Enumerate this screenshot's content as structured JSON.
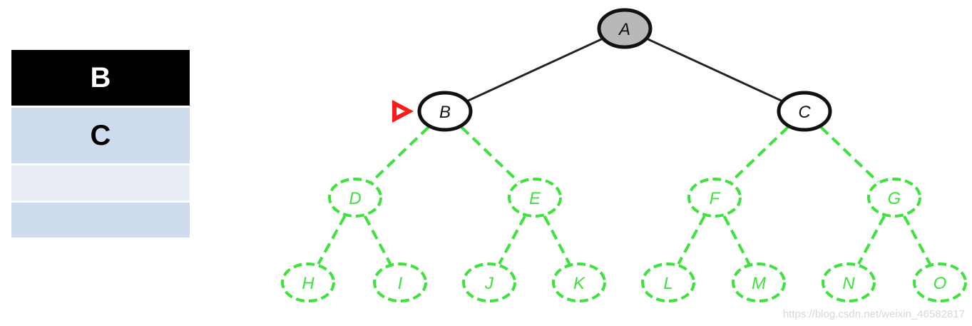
{
  "queue": {
    "cells": [
      "B",
      "C",
      "",
      ""
    ]
  },
  "tree": {
    "nodes": [
      {
        "id": "A",
        "label": "A",
        "state": "visited"
      },
      {
        "id": "B",
        "label": "B",
        "state": "queued"
      },
      {
        "id": "C",
        "label": "C",
        "state": "queued"
      },
      {
        "id": "D",
        "label": "D",
        "state": "unvisited"
      },
      {
        "id": "E",
        "label": "E",
        "state": "unvisited"
      },
      {
        "id": "F",
        "label": "F",
        "state": "unvisited"
      },
      {
        "id": "G",
        "label": "G",
        "state": "unvisited"
      },
      {
        "id": "H",
        "label": "H",
        "state": "unvisited"
      },
      {
        "id": "I",
        "label": "I",
        "state": "unvisited"
      },
      {
        "id": "J",
        "label": "J",
        "state": "unvisited"
      },
      {
        "id": "K",
        "label": "K",
        "state": "unvisited"
      },
      {
        "id": "L",
        "label": "L",
        "state": "unvisited"
      },
      {
        "id": "M",
        "label": "M",
        "state": "unvisited"
      },
      {
        "id": "N",
        "label": "N",
        "state": "unvisited"
      },
      {
        "id": "O",
        "label": "O",
        "state": "unvisited"
      }
    ],
    "edges": [
      [
        "A",
        "B"
      ],
      [
        "A",
        "C"
      ],
      [
        "B",
        "D"
      ],
      [
        "B",
        "E"
      ],
      [
        "C",
        "F"
      ],
      [
        "C",
        "G"
      ],
      [
        "D",
        "H"
      ],
      [
        "D",
        "I"
      ],
      [
        "E",
        "J"
      ],
      [
        "E",
        "K"
      ],
      [
        "F",
        "L"
      ],
      [
        "F",
        "M"
      ],
      [
        "G",
        "N"
      ],
      [
        "G",
        "O"
      ]
    ],
    "pointer_at": "B",
    "colors": {
      "visited_fill": "#b8b8b8",
      "active_stroke": "#111111",
      "unvisited_stroke": "#3de23d",
      "pointer": "#ff1a1a"
    }
  },
  "watermark": "https://blog.csdn.net/weixin_46582817"
}
